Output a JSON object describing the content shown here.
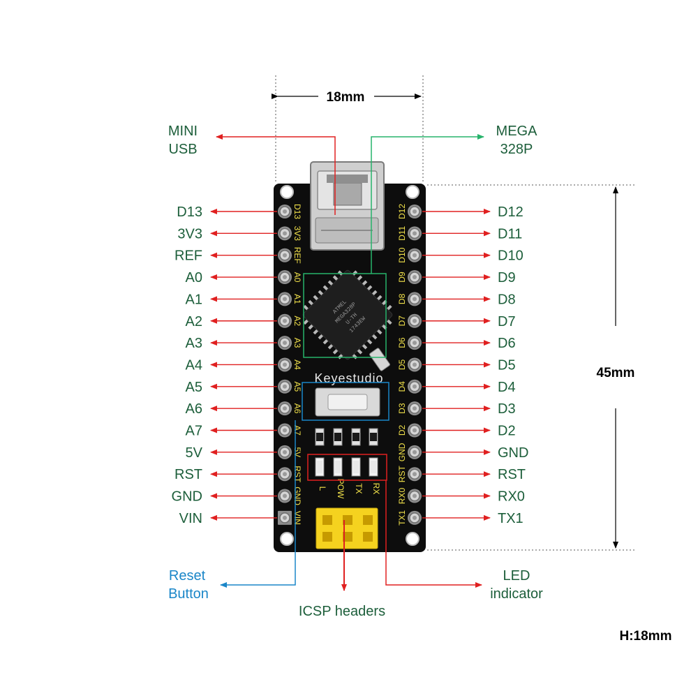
{
  "width_label": "18mm",
  "height_label": "45mm",
  "thickness_label": "H:18mm",
  "colors": {
    "pin_label": "#1c5e3a",
    "red_arrow": "#e02020",
    "green_arrow": "#27b36b",
    "blue_arrow": "#1a86c8",
    "board": "#0d0d0d",
    "silkscreen": "#f2e24a",
    "header": "#f5d21f"
  },
  "callouts": {
    "mini_usb": [
      "MINI",
      "USB"
    ],
    "mega": [
      "MEGA",
      "328P"
    ],
    "reset": [
      "Reset",
      "Button"
    ],
    "icsp": "ICSP headers",
    "led": [
      "LED",
      "indicator"
    ]
  },
  "left_pins": [
    "D13",
    "3V3",
    "REF",
    "A0",
    "A1",
    "A2",
    "A3",
    "A4",
    "A5",
    "A6",
    "A7",
    "5V",
    "RST",
    "GND",
    "VIN"
  ],
  "right_pins": [
    "D12",
    "D11",
    "D10",
    "D9",
    "D8",
    "D7",
    "D6",
    "D5",
    "D4",
    "D3",
    "D2",
    "GND",
    "RST",
    "RX0",
    "TX1"
  ],
  "board": {
    "brand": "Keyestudio",
    "left_silk": [
      "D13",
      "3V3",
      "REF",
      "A0",
      "A1",
      "A2",
      "A3",
      "A4",
      "A5",
      "A6",
      "A7",
      "5V",
      "RST",
      "GND",
      "VIN"
    ],
    "right_silk": [
      "D12",
      "D11",
      "D10",
      "D9",
      "D8",
      "D7",
      "D6",
      "D5",
      "D4",
      "D3",
      "D2",
      "GND",
      "RST",
      "RX0",
      "TX1"
    ],
    "led_labels": [
      "L",
      "POW",
      "TX",
      "RX"
    ],
    "chip_text": [
      "ATMEL",
      "MEGA328P",
      "U-TH",
      "1743EW"
    ]
  }
}
